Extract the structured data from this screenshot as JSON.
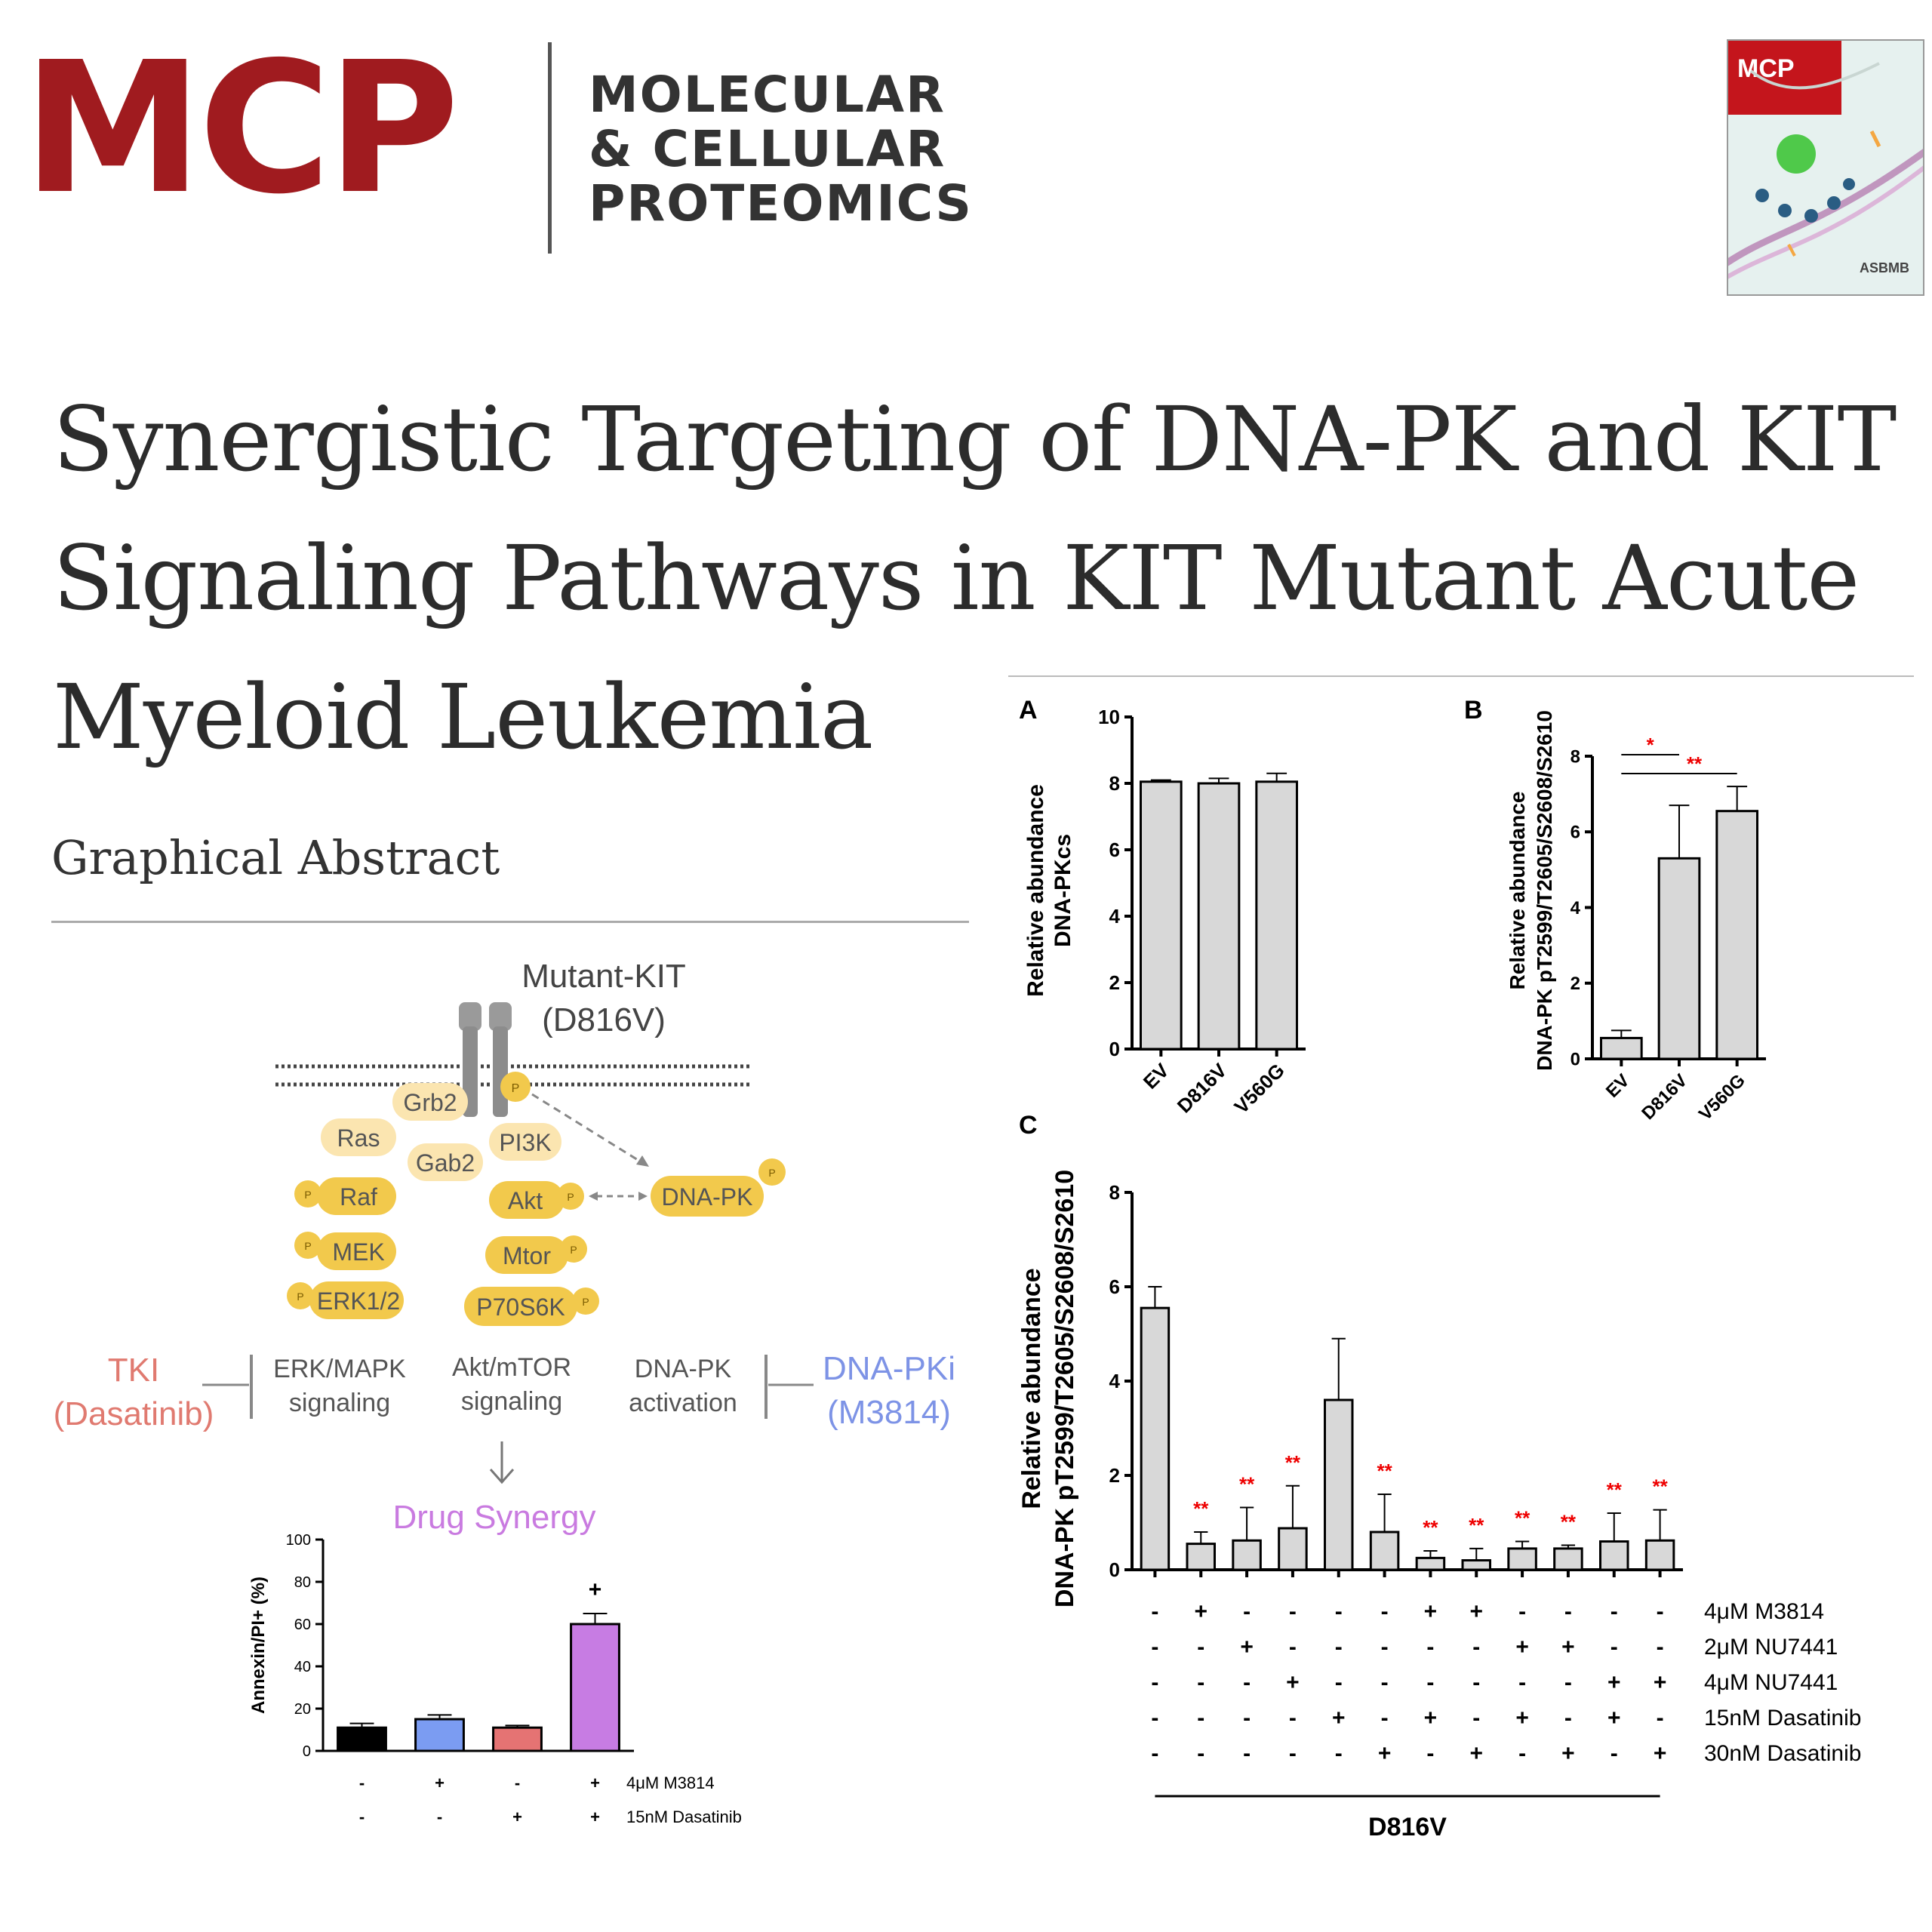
{
  "header": {
    "logo_text": "MCP",
    "journal_line1": "MOLECULAR",
    "journal_line2": "& CELLULAR",
    "journal_line3": "PROTEOMICS",
    "cover_badge": "MCP",
    "cover_publisher": "ASBMB",
    "brand_color": "#a01b1f"
  },
  "title_lines": [
    "Synergistic Targeting of DNA-PK and KIT",
    "Signaling Pathways in KIT Mutant Acute",
    "Myeloid Leukemia"
  ],
  "section_title": "Graphical Abstract",
  "diagram": {
    "receptor_label_1": "Mutant-KIT",
    "receptor_label_2": "(D816V)",
    "nodes": {
      "grb2": "Grb2",
      "ras": "Ras",
      "gab2": "Gab2",
      "pi3k": "PI3K",
      "raf": "Raf",
      "akt": "Akt",
      "dnapk": "DNA-PK",
      "mek": "MEK",
      "mtor": "Mtor",
      "erk": "ERK1/2",
      "p70s6k": "P70S6K"
    },
    "phospho": "P",
    "pathway_1a": "ERK/MAPK",
    "pathway_1b": "signaling",
    "pathway_2a": "Akt/mTOR",
    "pathway_2b": "signaling",
    "pathway_3a": "DNA-PK",
    "pathway_3b": "activation",
    "tki_1": "TKI",
    "tki_2": "(Dasatinib)",
    "dnapki_1": "DNA-PKi",
    "dnapki_2": "(M3814)",
    "synergy": "Drug Synergy",
    "colors": {
      "tki": "#e07a70",
      "dnapki": "#7d93e6",
      "synergy": "#c97be0",
      "node_dark": "#f2c94c",
      "node_light": "#fbe5b0"
    }
  },
  "chart_data": [
    {
      "id": "abstract",
      "type": "bar",
      "ylabel": "Annexin/PI+ (%)",
      "ylim": [
        0,
        100
      ],
      "yticks": [
        "0",
        "20",
        "40",
        "60",
        "80",
        "100"
      ],
      "values": [
        11,
        15,
        11,
        60
      ],
      "errors": [
        2,
        2,
        1,
        5
      ],
      "colors": [
        "#000000",
        "#7b9cf2",
        "#e57373",
        "#c77ce3"
      ],
      "significance": [
        "",
        "",
        "",
        "+"
      ],
      "conditions": [
        {
          "label": "4μM M3814",
          "marks": [
            "-",
            "+",
            "-",
            "+"
          ]
        },
        {
          "label": "15nM Dasatinib",
          "marks": [
            "-",
            "-",
            "+",
            "+"
          ]
        }
      ]
    },
    {
      "id": "A",
      "panel": "A",
      "type": "bar",
      "ylabel_1": "Relative abundance",
      "ylabel_2": "DNA-PKcs",
      "ylim": [
        0,
        10
      ],
      "yticks": [
        "0",
        "2",
        "4",
        "6",
        "8",
        "10"
      ],
      "categories": [
        "EV",
        "D816V",
        "V560G"
      ],
      "values": [
        8.05,
        8.0,
        8.05
      ],
      "errors": [
        0.05,
        0.15,
        0.25
      ]
    },
    {
      "id": "B",
      "panel": "B",
      "type": "bar",
      "ylabel_1": "Relative abundance",
      "ylabel_2": "DNA-PK pT2599/T2605/S2608/S2610",
      "ylim": [
        0,
        8
      ],
      "yticks": [
        "0",
        "2",
        "4",
        "6",
        "8"
      ],
      "categories": [
        "EV",
        "D816V",
        "V560G"
      ],
      "values": [
        0.55,
        5.3,
        6.55
      ],
      "errors": [
        0.2,
        1.4,
        0.65
      ],
      "significance": [
        {
          "label": "*",
          "from": 0,
          "to": 1
        },
        {
          "label": "**",
          "from": 0,
          "to": 2
        }
      ]
    },
    {
      "id": "C",
      "panel": "C",
      "type": "bar",
      "ylabel_1": "Relative abundance",
      "ylabel_2": "DNA-PK pT2599/T2605/S2608/S2610",
      "ylim": [
        0,
        8
      ],
      "yticks": [
        "0",
        "2",
        "4",
        "6",
        "8"
      ],
      "values": [
        5.55,
        0.55,
        0.62,
        0.88,
        3.6,
        0.8,
        0.25,
        0.2,
        0.45,
        0.45,
        0.6,
        0.62
      ],
      "errors": [
        0.45,
        0.25,
        0.7,
        0.9,
        1.3,
        0.8,
        0.15,
        0.25,
        0.15,
        0.07,
        0.6,
        0.65
      ],
      "significance": [
        "",
        "**",
        "**",
        "**",
        "",
        "**",
        "**",
        "**",
        "**",
        "**",
        "**",
        "**"
      ],
      "conditions": [
        {
          "label": "4μM M3814",
          "marks": [
            "-",
            "+",
            "-",
            "-",
            "-",
            "-",
            "+",
            "+",
            "-",
            "-",
            "-",
            "-"
          ]
        },
        {
          "label": "2μM NU7441",
          "marks": [
            "-",
            "-",
            "+",
            "-",
            "-",
            "-",
            "-",
            "-",
            "+",
            "+",
            "-",
            "-"
          ]
        },
        {
          "label": "4μM NU7441",
          "marks": [
            "-",
            "-",
            "-",
            "+",
            "-",
            "-",
            "-",
            "-",
            "-",
            "-",
            "+",
            "+"
          ]
        },
        {
          "label": "15nM Dasatinib",
          "marks": [
            "-",
            "-",
            "-",
            "-",
            "+",
            "-",
            "+",
            "-",
            "+",
            "-",
            "+",
            "-"
          ]
        },
        {
          "label": "30nM Dasatinib",
          "marks": [
            "-",
            "-",
            "-",
            "-",
            "-",
            "+",
            "-",
            "+",
            "-",
            "+",
            "-",
            "+"
          ]
        }
      ],
      "group_label": "D816V"
    }
  ]
}
